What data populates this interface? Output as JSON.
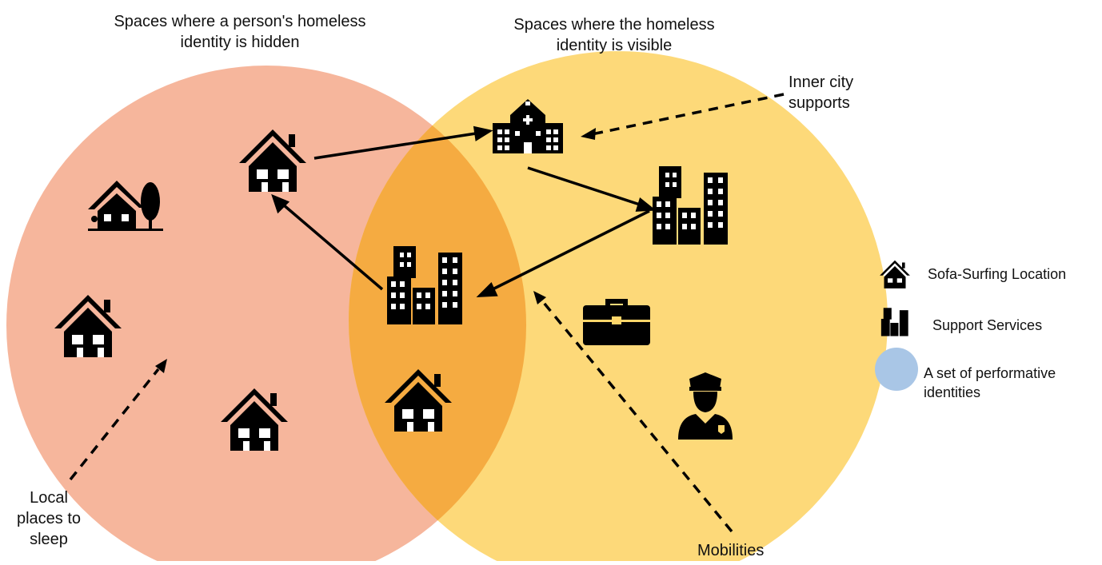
{
  "labels": {
    "hidden_heading": "Spaces where a person's homeless\nidentity is hidden",
    "visible_heading": "Spaces where the homeless\nidentity is visible",
    "inner_city": "Inner city\nsupports",
    "local_places": "Local\nplaces to\nsleep",
    "mobilities": "Mobilities"
  },
  "legend": {
    "sofa_surfing": "Sofa-Surfing Location",
    "support_services": "Support Services",
    "performative": "A set of performative\nidentities"
  },
  "colors": {
    "hidden_circle": "#f29a76",
    "visible_circle": "#fdd56a",
    "overlap": "#f3a43a",
    "legend_blue": "#a9c6e6",
    "icon": "#000000"
  },
  "icons": [
    "house-icon",
    "cottage-icon",
    "hospital-icon",
    "buildings-icon",
    "briefcase-icon",
    "police-officer-icon"
  ]
}
